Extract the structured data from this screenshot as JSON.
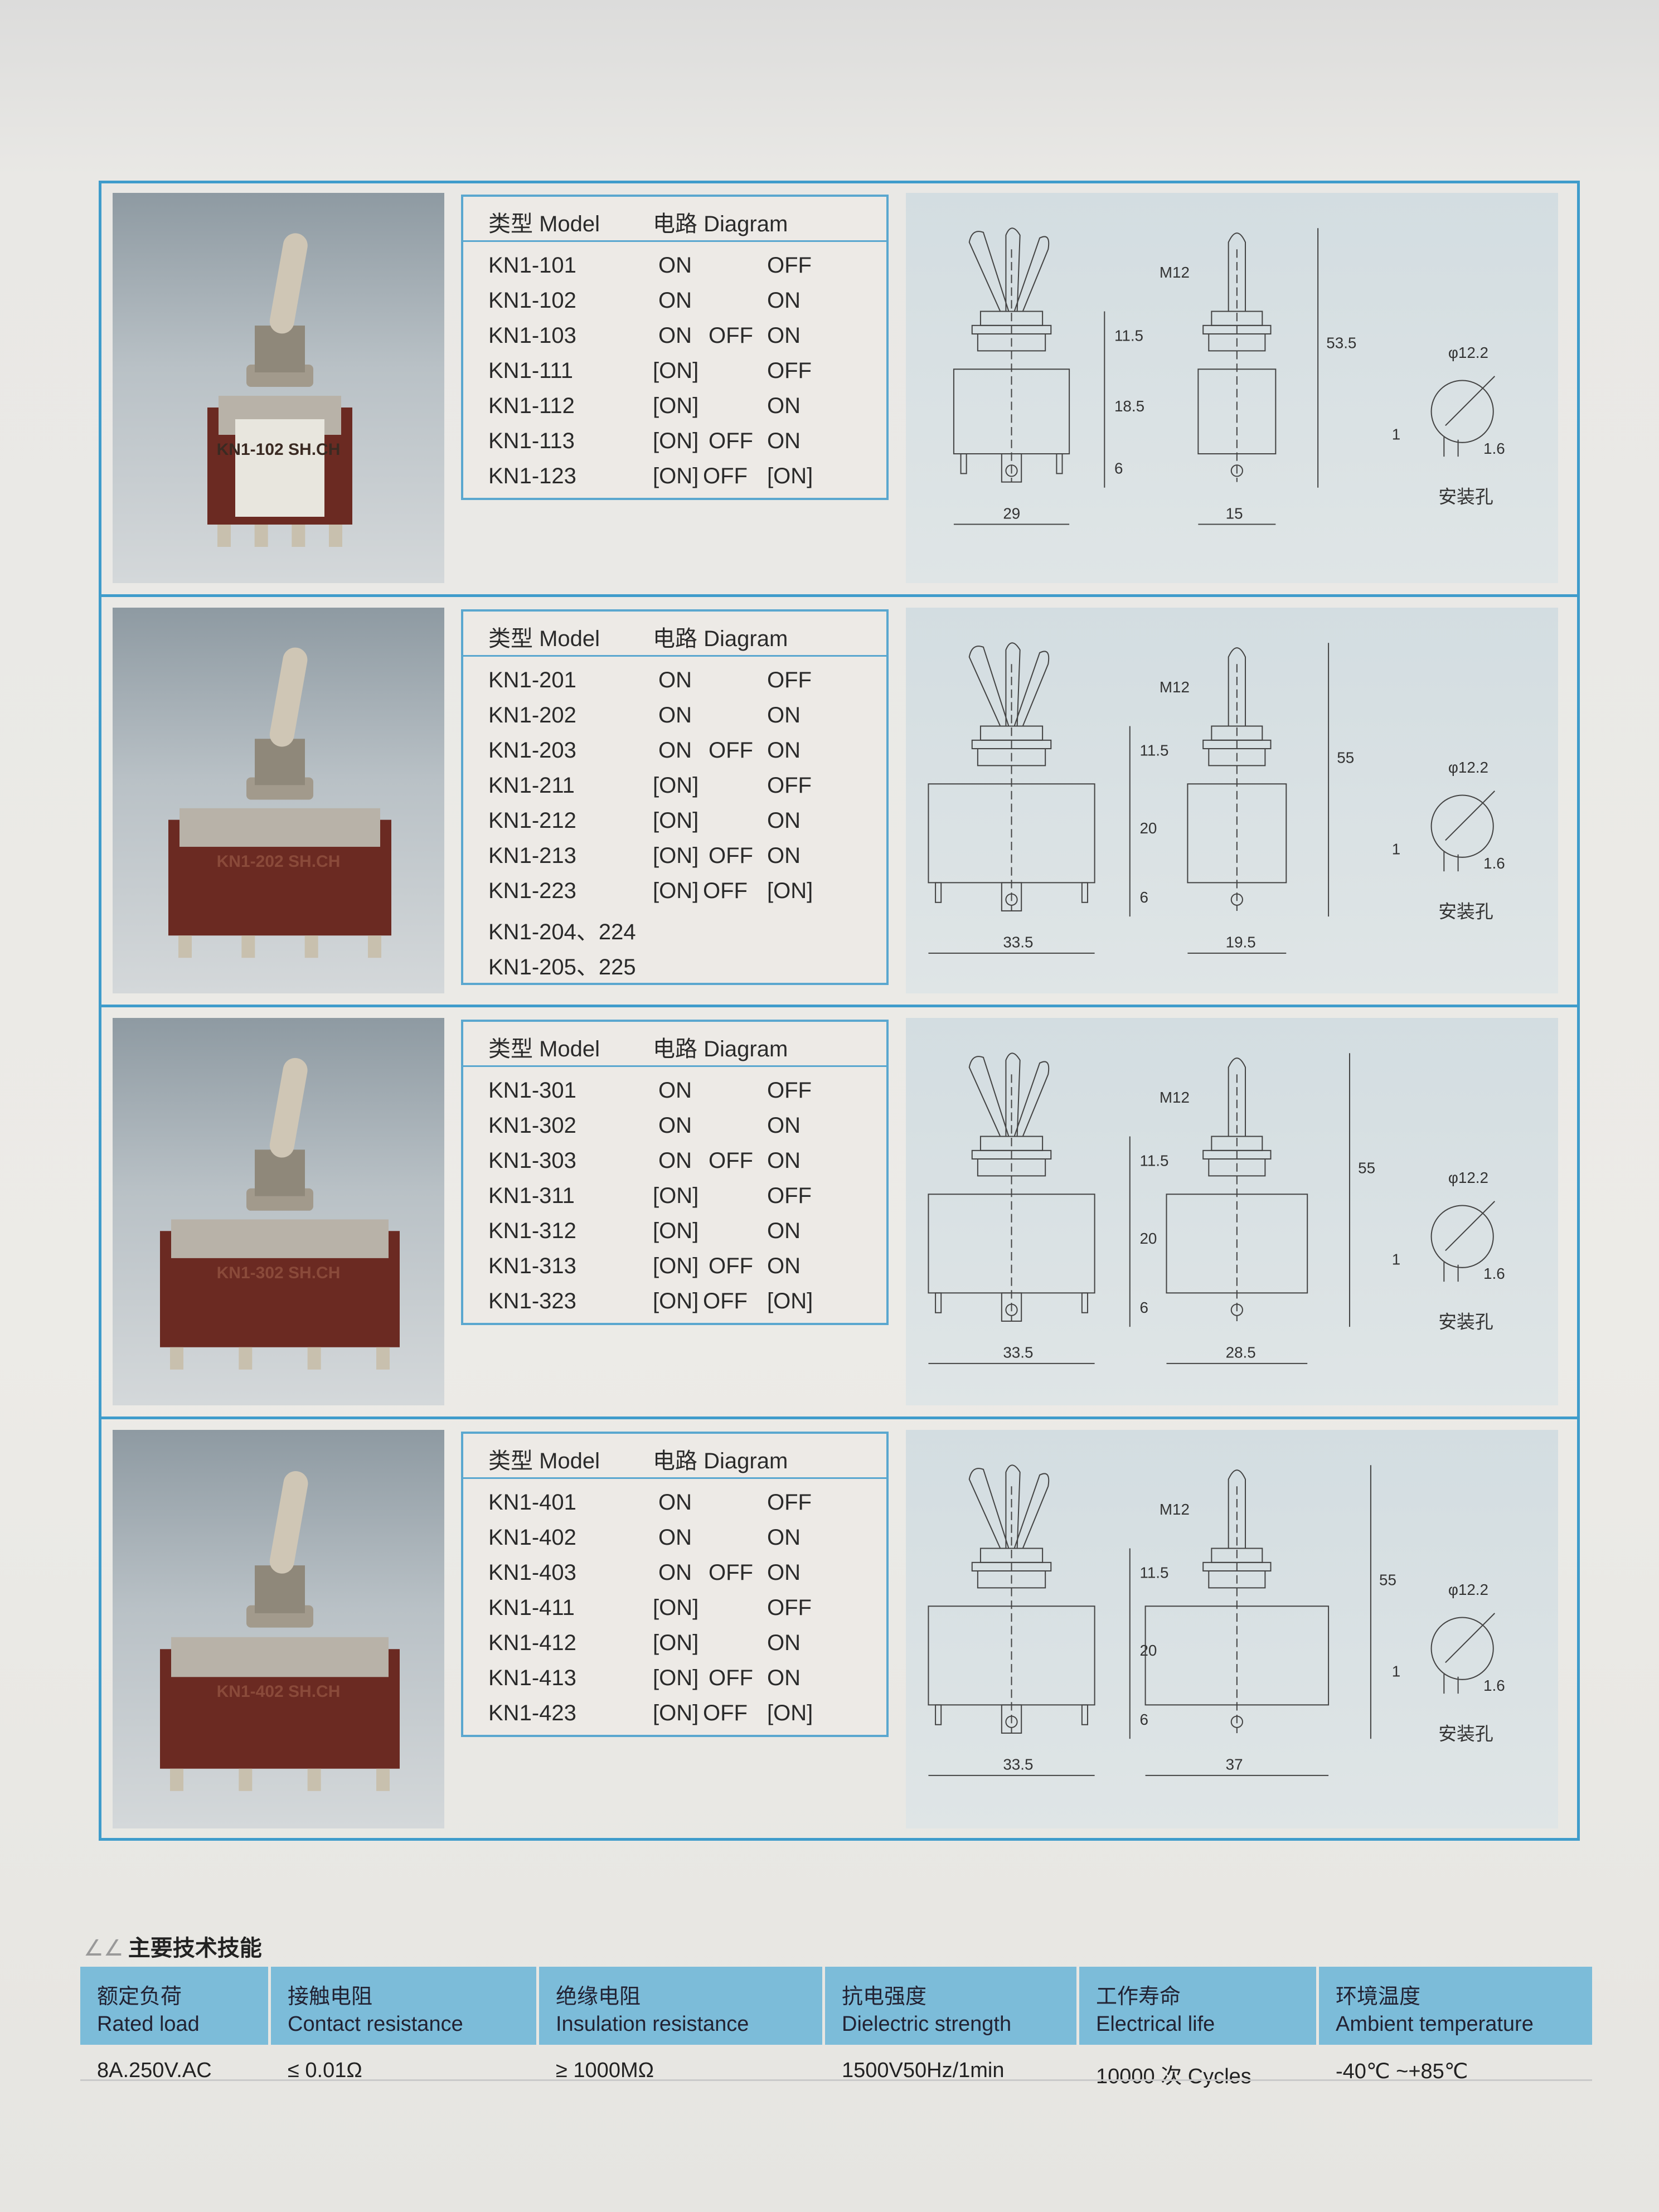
{
  "colors": {
    "frame": "#3f9ccb",
    "table_header": "#7cbcd9",
    "diagram_bg": "#d3dde1"
  },
  "spec_header": {
    "model": "类型 Model",
    "diagram": "电路 Diagram"
  },
  "sections": [
    {
      "photo_label": "KN1-102 SH.CH",
      "rows": [
        {
          "model": "KN1-101",
          "states": [
            "ON",
            "",
            "OFF"
          ]
        },
        {
          "model": "KN1-102",
          "states": [
            "ON",
            "",
            "ON"
          ]
        },
        {
          "model": "KN1-103",
          "states": [
            "ON",
            "OFF",
            "ON"
          ]
        },
        {
          "model": "KN1-111",
          "states": [
            "[ON]",
            "",
            "OFF"
          ]
        },
        {
          "model": "KN1-112",
          "states": [
            "[ON]",
            "",
            "ON"
          ]
        },
        {
          "model": "KN1-113",
          "states": [
            "[ON]",
            "OFF",
            "ON"
          ]
        },
        {
          "model": "KN1-123",
          "states": [
            "[ON]",
            "OFF",
            "[ON]"
          ]
        }
      ],
      "dims": {
        "thread": "M12",
        "bush": "11.5",
        "body": "18.5",
        "term": "6",
        "total": "53.5",
        "width_a": "29",
        "width_b": "15",
        "hole_dia": "φ12.2",
        "flat": "1",
        "key": "1.6",
        "hole_label": "安装孔"
      }
    },
    {
      "photo_label": "KN1-202 SH.CH",
      "rows": [
        {
          "model": "KN1-201",
          "states": [
            "ON",
            "",
            "OFF"
          ]
        },
        {
          "model": "KN1-202",
          "states": [
            "ON",
            "",
            "ON"
          ]
        },
        {
          "model": "KN1-203",
          "states": [
            "ON",
            "OFF",
            "ON"
          ]
        },
        {
          "model": "KN1-211",
          "states": [
            "[ON]",
            "",
            "OFF"
          ]
        },
        {
          "model": "KN1-212",
          "states": [
            "[ON]",
            "",
            "ON"
          ]
        },
        {
          "model": "KN1-213",
          "states": [
            "[ON]",
            "OFF",
            "ON"
          ]
        },
        {
          "model": "KN1-223",
          "states": [
            "[ON]",
            "OFF",
            "[ON]"
          ]
        },
        {
          "model": "KN1-204、224",
          "states": [
            "",
            "",
            ""
          ]
        },
        {
          "model": "KN1-205、225",
          "states": [
            "",
            "",
            ""
          ]
        }
      ],
      "dims": {
        "thread": "M12",
        "bush": "11.5",
        "body": "20",
        "term": "6",
        "total": "55",
        "width_a": "33.5",
        "width_b": "19.5",
        "hole_dia": "φ12.2",
        "flat": "1",
        "key": "1.6",
        "hole_label": "安装孔"
      }
    },
    {
      "photo_label": "KN1-302 SH.CH",
      "rows": [
        {
          "model": "KN1-301",
          "states": [
            "ON",
            "",
            "OFF"
          ]
        },
        {
          "model": "KN1-302",
          "states": [
            "ON",
            "",
            "ON"
          ]
        },
        {
          "model": "KN1-303",
          "states": [
            "ON",
            "OFF",
            "ON"
          ]
        },
        {
          "model": "KN1-311",
          "states": [
            "[ON]",
            "",
            "OFF"
          ]
        },
        {
          "model": "KN1-312",
          "states": [
            "[ON]",
            "",
            "ON"
          ]
        },
        {
          "model": "KN1-313",
          "states": [
            "[ON]",
            "OFF",
            "ON"
          ]
        },
        {
          "model": "KN1-323",
          "states": [
            "[ON]",
            "OFF",
            "[ON]"
          ]
        }
      ],
      "dims": {
        "thread": "M12",
        "bush": "11.5",
        "body": "20",
        "term": "6",
        "total": "55",
        "width_a": "33.5",
        "width_b": "28.5",
        "hole_dia": "φ12.2",
        "flat": "1",
        "key": "1.6",
        "hole_label": "安装孔"
      }
    },
    {
      "photo_label": "KN1-402 SH.CH",
      "rows": [
        {
          "model": "KN1-401",
          "states": [
            "ON",
            "",
            "OFF"
          ]
        },
        {
          "model": "KN1-402",
          "states": [
            "ON",
            "",
            "ON"
          ]
        },
        {
          "model": "KN1-403",
          "states": [
            "ON",
            "OFF",
            "ON"
          ]
        },
        {
          "model": "KN1-411",
          "states": [
            "[ON]",
            "",
            "OFF"
          ]
        },
        {
          "model": "KN1-412",
          "states": [
            "[ON]",
            "",
            "ON"
          ]
        },
        {
          "model": "KN1-413",
          "states": [
            "[ON]",
            "OFF",
            "ON"
          ]
        },
        {
          "model": "KN1-423",
          "states": [
            "[ON]",
            "OFF",
            "[ON]"
          ]
        }
      ],
      "dims": {
        "thread": "M12",
        "bush": "11.5",
        "body": "20",
        "term": "6",
        "total": "55",
        "width_a": "33.5",
        "width_b": "37",
        "hole_dia": "φ12.2",
        "flat": "1",
        "key": "1.6",
        "hole_label": "安装孔"
      }
    }
  ],
  "tech": {
    "title_marker": "∠∠",
    "title": "主要技术技能",
    "columns": [
      {
        "zh": "额定负荷",
        "en": "Rated load",
        "value": "8A.250V.AC"
      },
      {
        "zh": "接触电阻",
        "en": "Contact resistance",
        "value": "≤ 0.01Ω"
      },
      {
        "zh": "绝缘电阻",
        "en": "Insulation resistance",
        "value": "≥ 1000MΩ"
      },
      {
        "zh": "抗电强度",
        "en": "Dielectric strength",
        "value": "1500V50Hz/1min"
      },
      {
        "zh": "工作寿命",
        "en": "Electrical life",
        "value": "10000 次 Cycles"
      },
      {
        "zh": "环境温度",
        "en": "Ambient temperature",
        "value": "-40℃ ~+85℃"
      }
    ]
  }
}
